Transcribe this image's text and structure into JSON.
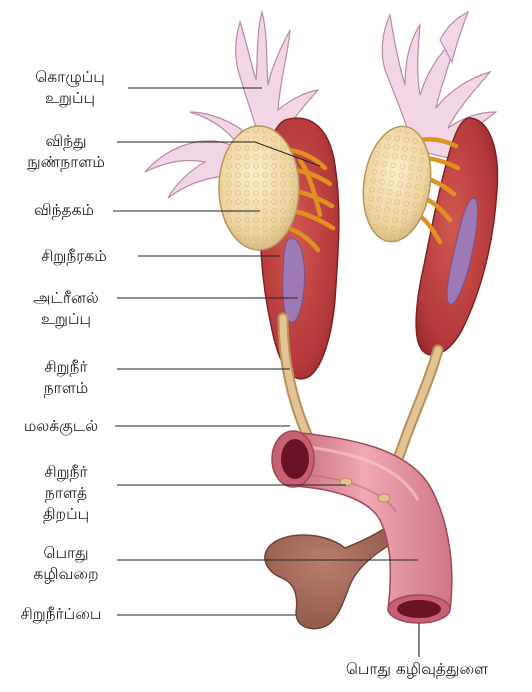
{
  "labels": {
    "fat_body": [
      "கொழுப்பு",
      "உறுப்பு"
    ],
    "vasa_efferentia": [
      "விந்து",
      "நுண்நாளம்"
    ],
    "testis": [
      "விந்தகம்"
    ],
    "kidney": [
      "சிறுநீரகம்"
    ],
    "adrenal_gland": [
      "அட்ரீனல்",
      "உறுப்பு"
    ],
    "ureter": [
      "சிறுநீர்",
      "நாளம்"
    ],
    "rectum": [
      "மலக்குடல்"
    ],
    "ureter_opening": [
      "சிறுநீர்",
      "நாளத்",
      "திறப்பு"
    ],
    "cloaca": [
      "பொது",
      "கழிவறை"
    ],
    "urinary_bladder": [
      "சிறுநீர்ப்பை"
    ],
    "cloacal_aperture": [
      "பொது கழிவுத்துளை"
    ]
  },
  "colors": {
    "fat_body": "#f1d3e4",
    "testis": "#f2dcaa",
    "vasa": "#e0931c",
    "kidney": "#b83a3c",
    "adrenal": "#8e74b8",
    "ureter": "#d9b88a",
    "intestine": "#de8d9a",
    "bladder": "#a2685a",
    "line": "#222222"
  }
}
